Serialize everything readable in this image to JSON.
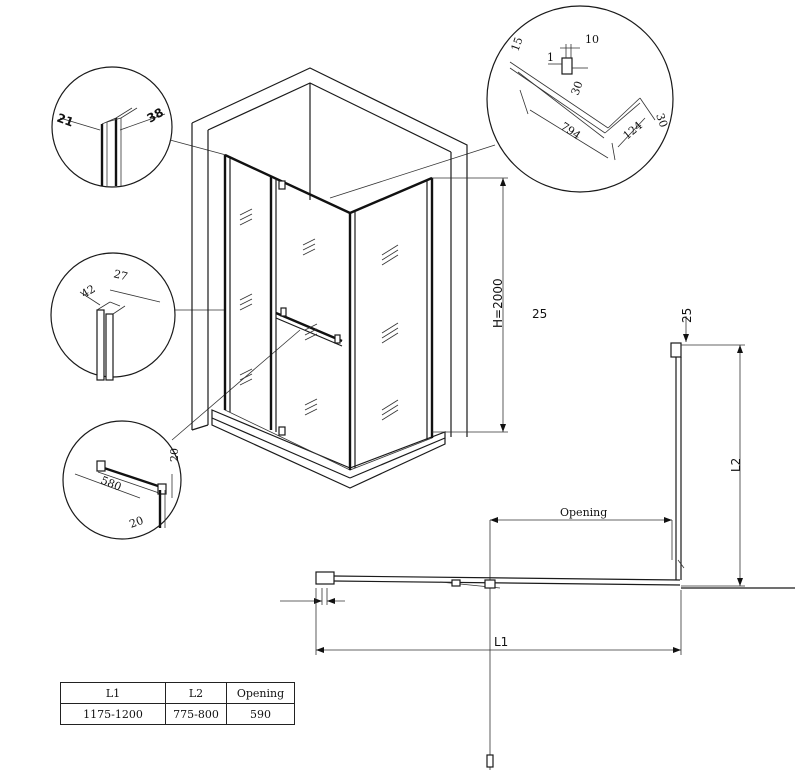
{
  "detail_top": {
    "dim_15": "15",
    "dim_10": "10",
    "dim_1": "1",
    "dim_30a": "30",
    "dim_794": "794",
    "dim_124": "124",
    "dim_30b": "30"
  },
  "detail_profile": {
    "dim_21": "21",
    "dim_38": "38"
  },
  "detail_jamb": {
    "dim_42": "42",
    "dim_27": "27"
  },
  "detail_handle": {
    "dim_580": "580",
    "dim_20a": "20",
    "dim_20b": "20"
  },
  "main": {
    "height_label": "H=2000",
    "side_note": "25"
  },
  "plan": {
    "dim_25": "25",
    "l2_label": "L2",
    "opening_label": "Opening",
    "l1_label": "L1"
  },
  "spec_table": {
    "headers": [
      "L1",
      "L2",
      "Opening"
    ],
    "row": [
      "1175-1200",
      "775-800",
      "590"
    ]
  }
}
